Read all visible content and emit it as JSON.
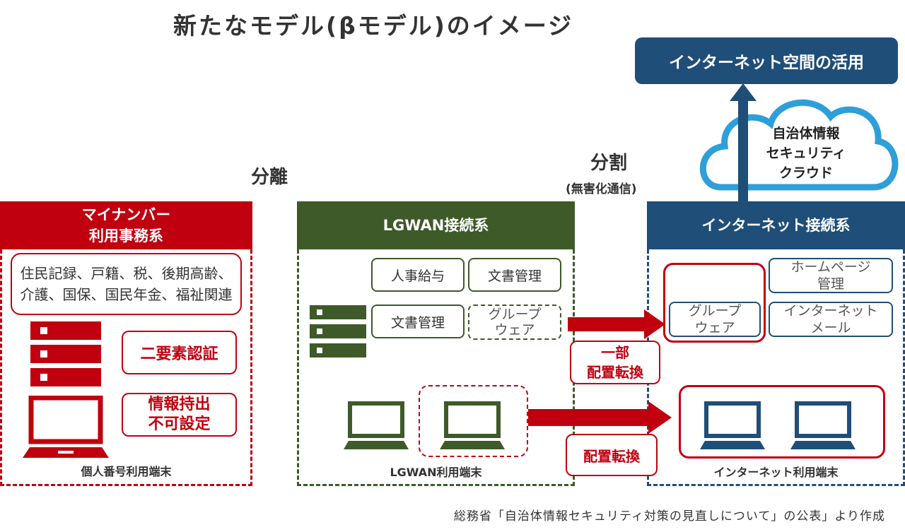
{
  "title": "新たなモデル(βモデル)のイメージ",
  "separation_label": "分離",
  "division": {
    "label": "分割",
    "sub": "(無害化通信)"
  },
  "internet_space": "インターネット空間の活用",
  "cloud_label": "自治体情報\nセキュリティ\nクラウド",
  "mynumber": {
    "header": "マイナンバー\n利用事務系",
    "tasks": "住民記録、戸籍、税、後期高齢、介護、国保、国民年金、福祉関連",
    "auth": "二要素認証",
    "export": "情報持出\n不可設定",
    "terminal": "個人番号利用端末"
  },
  "lgwan": {
    "header": "LGWAN接続系",
    "payroll": "人事給与",
    "docs1": "文書管理",
    "docs2": "文書管理",
    "groupware": "グループ\nウェア",
    "terminal": "LGWAN利用端末"
  },
  "internet": {
    "header": "インターネット接続系",
    "homepage": "ホームページ\n管理",
    "groupware": "グループ\nウェア",
    "mail": "インターネット\nメール",
    "terminal": "インターネット利用端末"
  },
  "arrows": {
    "partial": "一部\n配置転換",
    "relocate": "配置転換"
  },
  "source": "総務省「自治体情報セキュリティ対策の見直しについて」の公表」より作成",
  "colors": {
    "red": "#c0000f",
    "green": "#3d5a28",
    "blue": "#1f4e79",
    "cloud": "#2e9fd8"
  }
}
